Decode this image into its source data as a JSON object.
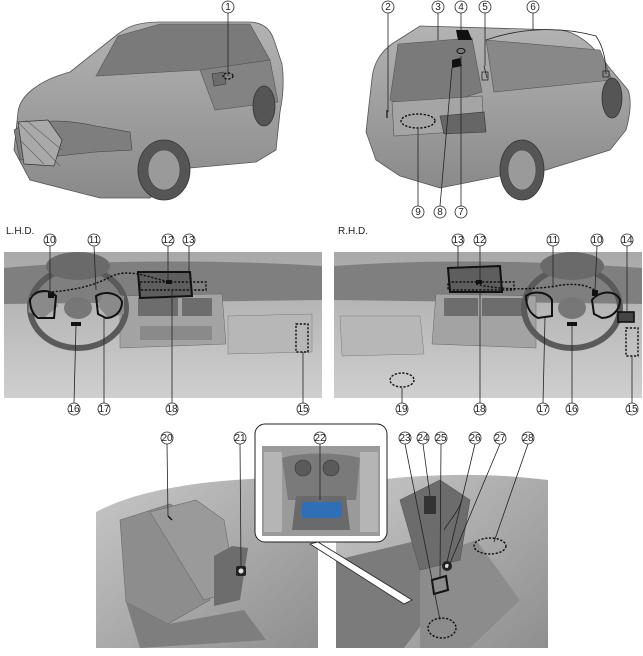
{
  "panels": {
    "lhd_label": "L.H.D.",
    "rhd_label": "R.H.D."
  },
  "callouts": [
    {
      "id": "c1",
      "label": "1"
    },
    {
      "id": "c2",
      "label": "2"
    },
    {
      "id": "c3",
      "label": "3"
    },
    {
      "id": "c4",
      "label": "4"
    },
    {
      "id": "c5",
      "label": "5"
    },
    {
      "id": "c6",
      "label": "6"
    },
    {
      "id": "c7",
      "label": "7"
    },
    {
      "id": "c8",
      "label": "8"
    },
    {
      "id": "c9",
      "label": "9"
    },
    {
      "id": "c10a",
      "label": "10"
    },
    {
      "id": "c11a",
      "label": "11"
    },
    {
      "id": "c12a",
      "label": "12"
    },
    {
      "id": "c13a",
      "label": "13"
    },
    {
      "id": "c15a",
      "label": "15"
    },
    {
      "id": "c16a",
      "label": "16"
    },
    {
      "id": "c17a",
      "label": "17"
    },
    {
      "id": "c18a",
      "label": "18"
    },
    {
      "id": "c13b",
      "label": "13"
    },
    {
      "id": "c12b",
      "label": "12"
    },
    {
      "id": "c11b",
      "label": "11"
    },
    {
      "id": "c10b",
      "label": "10"
    },
    {
      "id": "c14",
      "label": "14"
    },
    {
      "id": "c15b",
      "label": "15"
    },
    {
      "id": "c16b",
      "label": "16"
    },
    {
      "id": "c17b",
      "label": "17"
    },
    {
      "id": "c18b",
      "label": "18"
    },
    {
      "id": "c19",
      "label": "19"
    },
    {
      "id": "c20",
      "label": "20"
    },
    {
      "id": "c21",
      "label": "21"
    },
    {
      "id": "c22",
      "label": "22"
    },
    {
      "id": "c23",
      "label": "23"
    },
    {
      "id": "c24",
      "label": "24"
    },
    {
      "id": "c25",
      "label": "25"
    },
    {
      "id": "c26",
      "label": "26"
    },
    {
      "id": "c27",
      "label": "27"
    },
    {
      "id": "c28",
      "label": "28"
    }
  ],
  "colors": {
    "body_gray": "#9c9c9c",
    "dark_gray": "#6b6b6b",
    "light_gray": "#c9c9c9",
    "highlight_blue": "#2f6fb7"
  }
}
